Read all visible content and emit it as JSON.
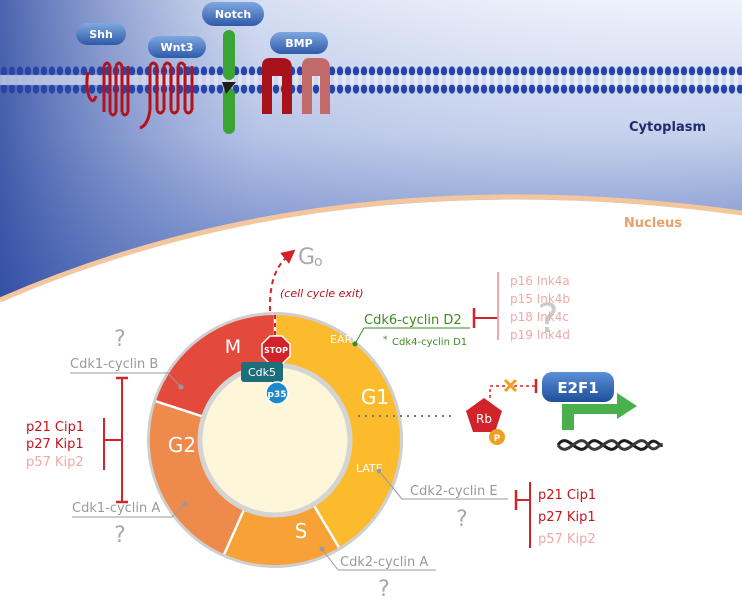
{
  "ligands": {
    "shh": "Shh",
    "wnt3": "Wnt3",
    "notch": "Notch",
    "bmp": "BMP"
  },
  "compartments": {
    "cytoplasm": "Cytoplasm",
    "nucleus": "Nucleus"
  },
  "cycle": {
    "g0": "G",
    "g0_sub": "o",
    "exit": "(cell cycle exit)",
    "phase_m": "M",
    "phase_g1": "G1",
    "phase_s": "S",
    "phase_g2": "G2",
    "early": "EARLY",
    "late": "LATE",
    "stop": "STOP",
    "cdk5": "Cdk5",
    "p35": "p35"
  },
  "complexes": {
    "cdk6_d2": "Cdk6-cyclin D2",
    "cdk4_d1": "Cdk4-cyclin D1",
    "cdk4_star": "*",
    "cdk1_b": "Cdk1-cyclin B",
    "cdk1_a": "Cdk1-cyclin A",
    "cdk2_e": "Cdk2-cyclin E",
    "cdk2_a": "Cdk2-cyclin A"
  },
  "inhibitors_ink4": [
    "p16 Ink4a",
    "p15 Ink4b",
    "p18 Ink4c",
    "p19 Ink4d"
  ],
  "inhibitors_left": [
    "p21 Cip1",
    "p27 Kip1",
    "p57 Kip2"
  ],
  "inhibitors_right": [
    "p21 Cip1",
    "p27 Kip1",
    "p57 Kip2"
  ],
  "unknown_mark": "?",
  "rb": {
    "label": "Rb",
    "phospho": "P"
  },
  "e2f1": "E2F1",
  "colors": {
    "navy": "#1f2b6f",
    "nucleus_orange": "#e9a06a",
    "inhibitor_red": "#d2232a",
    "faded_red": "#f0a8a8",
    "green": "#3f8a1e",
    "grey": "#9a9a9a",
    "m_red": "#e34a3c",
    "g1_yellow": "#fcbb2d",
    "s_orange": "#f7a136",
    "g2_orange": "#ef8a4d",
    "inner_cream": "#fdf6d8"
  }
}
